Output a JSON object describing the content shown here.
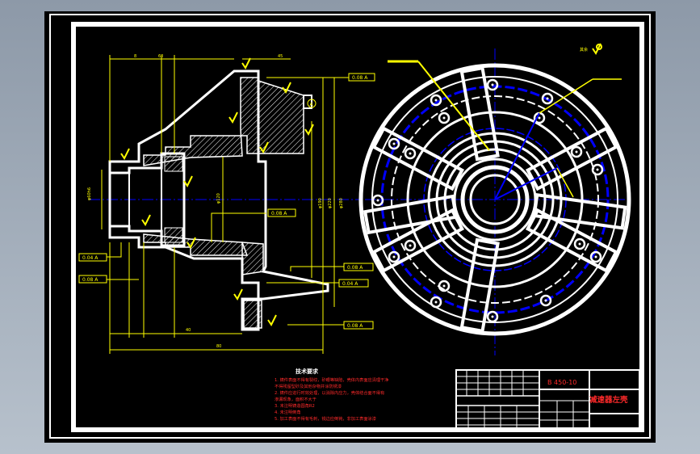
{
  "drawing": {
    "drawing_number": "B 450-10",
    "part_name": "减速器左壳",
    "tech_req_title": "技术要求",
    "tech_req_lines": [
      "1. 铸件表面不得有裂纹，砂眼等缺陷，壳体内表面应清理干净",
      "   不得残留型砂及其他杂物并涂防锈漆",
      "2. 铸件应进行时效处理，以消除内应力，壳体结合面不得有",
      "   渗漏现象，面积不大于",
      "3. 未注明铸造圆角R2",
      "4. 未注明倒角",
      "5. 加工表面不得有毛刺，锐边应倒钝，非加工表面涂漆"
    ],
    "tolerance_frames": [
      "0.08 A",
      "0.08 A",
      "0.04 A",
      "0.08 A",
      "0.08 A",
      "0.04 A",
      "0.08 A"
    ],
    "datum_label": "A",
    "roughness_note": "其余"
  },
  "colors": {
    "background": "#000000",
    "outline": "#ffffff",
    "dimension": "#ffff00",
    "text_red": "#ff2a2a",
    "centerline": "#0000ff",
    "hatch": "#ffffff"
  }
}
